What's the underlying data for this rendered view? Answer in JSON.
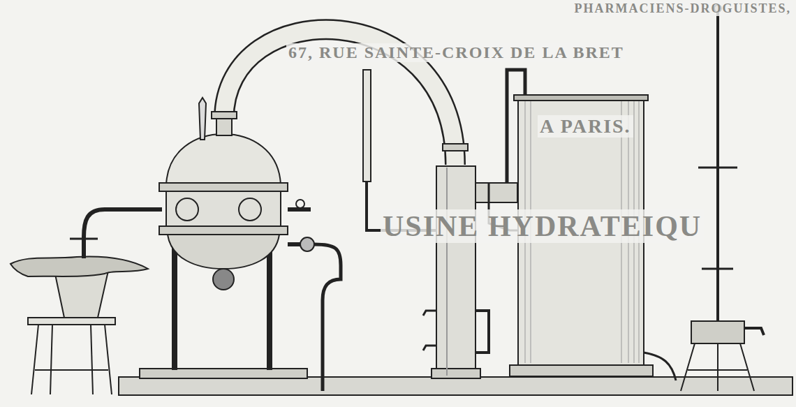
{
  "diagram": {
    "labels": [
      "PHARMACIENS-DROGUISTES,",
      "67, RUE SAINTE-CROIX DE LA BRET",
      "A PARIS.",
      "USINE HYDRATEIQU"
    ]
  }
}
